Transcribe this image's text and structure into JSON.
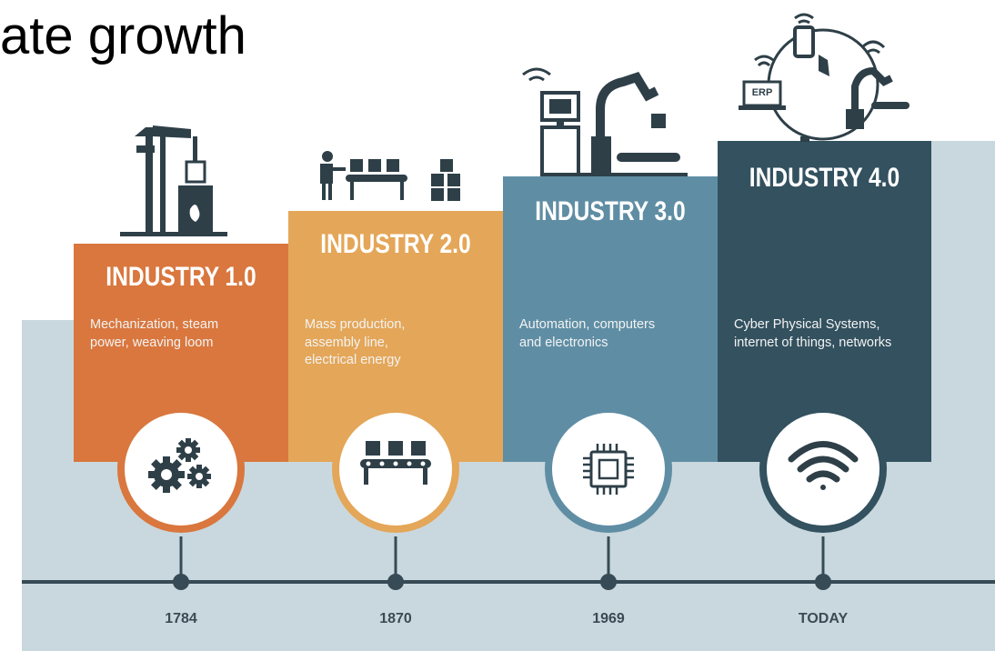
{
  "title": "ate growth",
  "colors": {
    "background_band": "#c9d8de",
    "timeline": "#374b56",
    "industry1": "#d9773e",
    "industry2": "#e4a658",
    "industry3": "#5f8ea4",
    "industry4": "#33515f",
    "icon_dark": "#2e3f48"
  },
  "stages": [
    {
      "name": "INDUSTRY 1.0",
      "description": [
        "Mechanization, steam",
        "power, weaving loom"
      ],
      "year": "1784",
      "circle_icon": "gears-icon",
      "top_icon": "steam-engine-icon"
    },
    {
      "name": "INDUSTRY 2.0",
      "description": [
        "Mass production,",
        "assembly line,",
        "electrical energy"
      ],
      "year": "1870",
      "circle_icon": "conveyor-belt-icon",
      "top_icon": "assembly-line-icon"
    },
    {
      "name": "INDUSTRY 3.0",
      "description": [
        "Automation, computers",
        "and electronics"
      ],
      "year": "1969",
      "circle_icon": "microchip-icon",
      "top_icon": "robot-arm-computer-icon"
    },
    {
      "name": "INDUSTRY 4.0",
      "description": [
        "Cyber Physical Systems,",
        "internet of things, networks"
      ],
      "year": "TODAY",
      "circle_icon": "wifi-icon",
      "top_icon": "iot-network-icon",
      "erp_label": "ERP"
    }
  ]
}
